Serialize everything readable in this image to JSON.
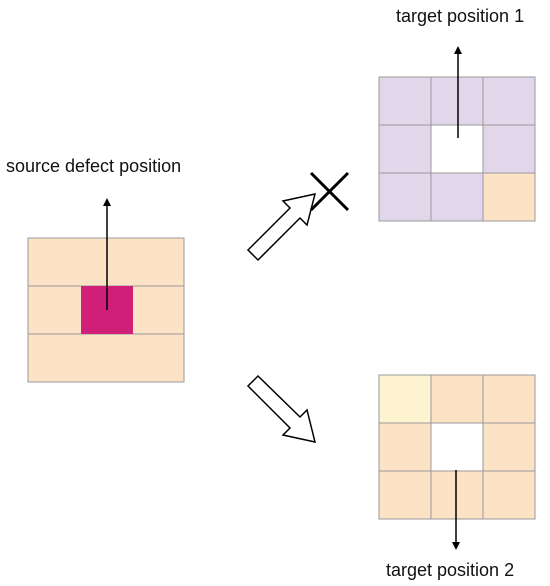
{
  "labels": {
    "source": "source defect position",
    "target1": "target position 1",
    "target2": "target position 2"
  },
  "colors": {
    "peach": "#fde3c6",
    "lavender": "#e2d6ea",
    "light_yellow": "#fef3d0",
    "defect": "#d01f78",
    "vacancy": "#ffffff",
    "grid_line": "#999999",
    "arrow_fill": "#ffffff",
    "arrow_stroke": "#000000"
  },
  "source_lattice": {
    "cell_colors": [
      [
        "peach",
        "peach",
        "peach"
      ],
      [
        "peach",
        "defect",
        "peach"
      ],
      [
        "peach",
        "peach",
        "peach"
      ]
    ]
  },
  "target1_lattice": {
    "cell_colors": [
      [
        "lavender",
        "lavender",
        "lavender"
      ],
      [
        "lavender",
        "vacancy",
        "lavender"
      ],
      [
        "lavender",
        "lavender",
        "peach"
      ]
    ]
  },
  "target2_lattice": {
    "cell_colors": [
      [
        "light_yellow",
        "peach",
        "peach"
      ],
      [
        "peach",
        "vacancy",
        "peach"
      ],
      [
        "peach",
        "peach",
        "peach"
      ]
    ]
  },
  "arrows": {
    "to_target1": "blocked-arrow",
    "to_target2": "allowed-arrow"
  }
}
